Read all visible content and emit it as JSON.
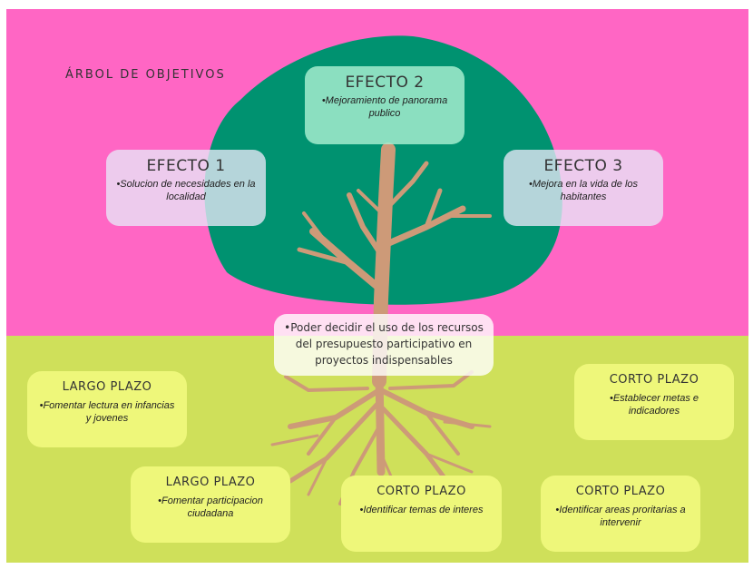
{
  "title": "ÁRBOL DE OBJETIVOS",
  "colors": {
    "top_background": "#ff66c4",
    "bottom_background": "#cfe05a",
    "crown": "#009270",
    "trunk": "#cd9a78",
    "effect_box": "#e8e8f8",
    "term_box": "#eef77a"
  },
  "effects": [
    {
      "title": "EFECTO 1",
      "text": "•Solucion de necesidades en la localidad"
    },
    {
      "title": "EFECTO 2",
      "text": "•Mejoramiento de panorama publico"
    },
    {
      "title": "EFECTO 3",
      "text": "•Mejora en la vida de los habitantes"
    }
  ],
  "central_objective": "•Poder decidir el uso de los recursos del presupuesto participativo en proyectos indispensables",
  "terms": [
    {
      "title": "LARGO PLAZO",
      "text": "•Fomentar lectura en infancias y jovenes"
    },
    {
      "title": "LARGO PLAZO",
      "text": "•Fomentar participacion ciudadana"
    },
    {
      "title": "CORTO PLAZO",
      "text": "•Identificar temas de interes"
    },
    {
      "title": "CORTO PLAZO",
      "text": "•Identificar areas proritarias a intervenir"
    },
    {
      "title": "CORTO PLAZO",
      "text": "•Establecer metas e indicadores"
    }
  ]
}
